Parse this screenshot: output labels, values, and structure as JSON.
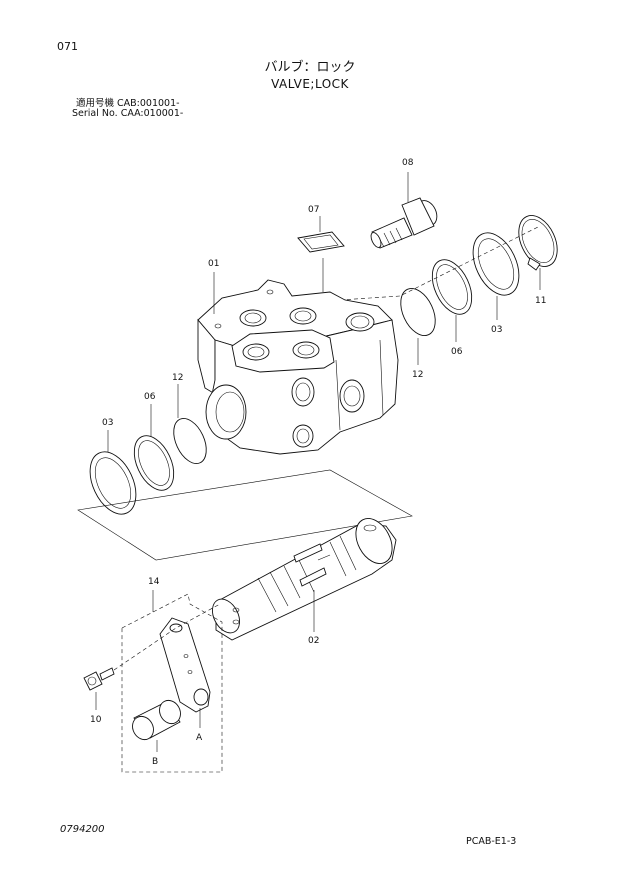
{
  "header": {
    "page_number": "071",
    "title_jp": "バルブ：ロック",
    "title_en": "VALVE;LOCK",
    "serial_line_1": "適用号機 CAB:001001-",
    "serial_line_2": "Serial No. CAA:010001-"
  },
  "parts": {
    "p01": "01",
    "p02": "02",
    "p03_right": "03",
    "p03_left": "03",
    "p06_right": "06",
    "p06_left": "06",
    "p07": "07",
    "p08": "08",
    "p10": "10",
    "p11": "11",
    "p12_right": "12",
    "p12_left": "12",
    "p14": "14",
    "pA": "A",
    "pB": "B"
  },
  "footer": {
    "drawing_code": "0794200",
    "section": "PCAB-E1-3"
  }
}
